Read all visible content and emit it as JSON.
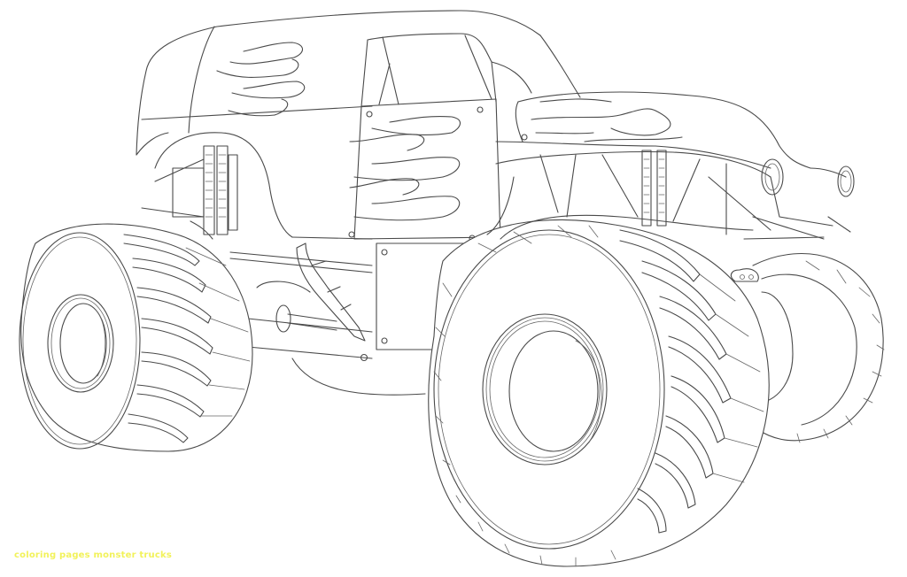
{
  "image": {
    "subject": "monster truck coloring page line art",
    "background_color": "#ffffff",
    "line_color": "#4a4a4a",
    "elements": [
      "truck-body",
      "cab",
      "hood",
      "flame-decals",
      "shock-absorbers",
      "front-left-tire",
      "front-right-tire",
      "rear-right-tire",
      "headlights",
      "exhaust-pipe",
      "chassis-frame"
    ]
  },
  "watermark": {
    "text": "coloring pages monster trucks",
    "color": "#f2f25a"
  }
}
